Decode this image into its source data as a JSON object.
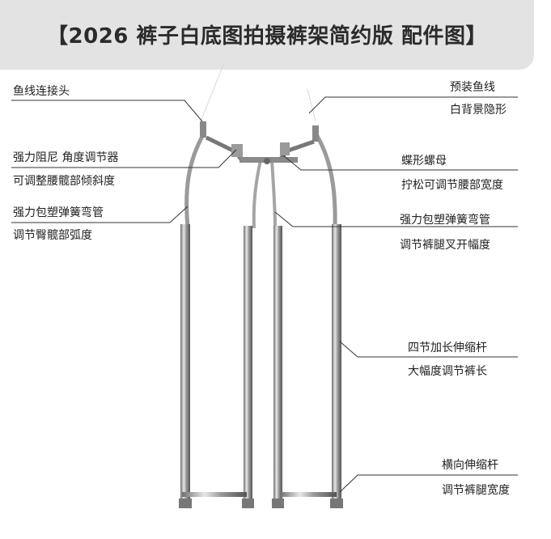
{
  "header": {
    "title": "【2026 裤子白底图拍摄裤架简约版 配件图】"
  },
  "left_labels": {
    "fishing_line_connector": "鱼线连接头",
    "strong_damping": "强力阻尼 角度调节器",
    "adjust_tilt": "可调整腰髋部倾斜度",
    "spring_tube_left": "强力包塑弹簧弯管",
    "adjust_hip": "调节臀髋部弧度"
  },
  "right_labels": {
    "preinstalled_line": "预装鱼线",
    "invisible_bg": "白背景隐形",
    "wing_nut": "蝶形螺母",
    "loosen_waist": "拧松可调节腰部宽度",
    "spring_tube_right": "强力包塑弹簧弯管",
    "adjust_crotch": "调节裤腿叉开幅度",
    "four_section_rod": "四节加长伸缩杆",
    "adjust_length": "大幅度调节裤长",
    "horizontal_rod": "横向伸缩杆",
    "adjust_leg_width": "调节裤腿宽度"
  }
}
